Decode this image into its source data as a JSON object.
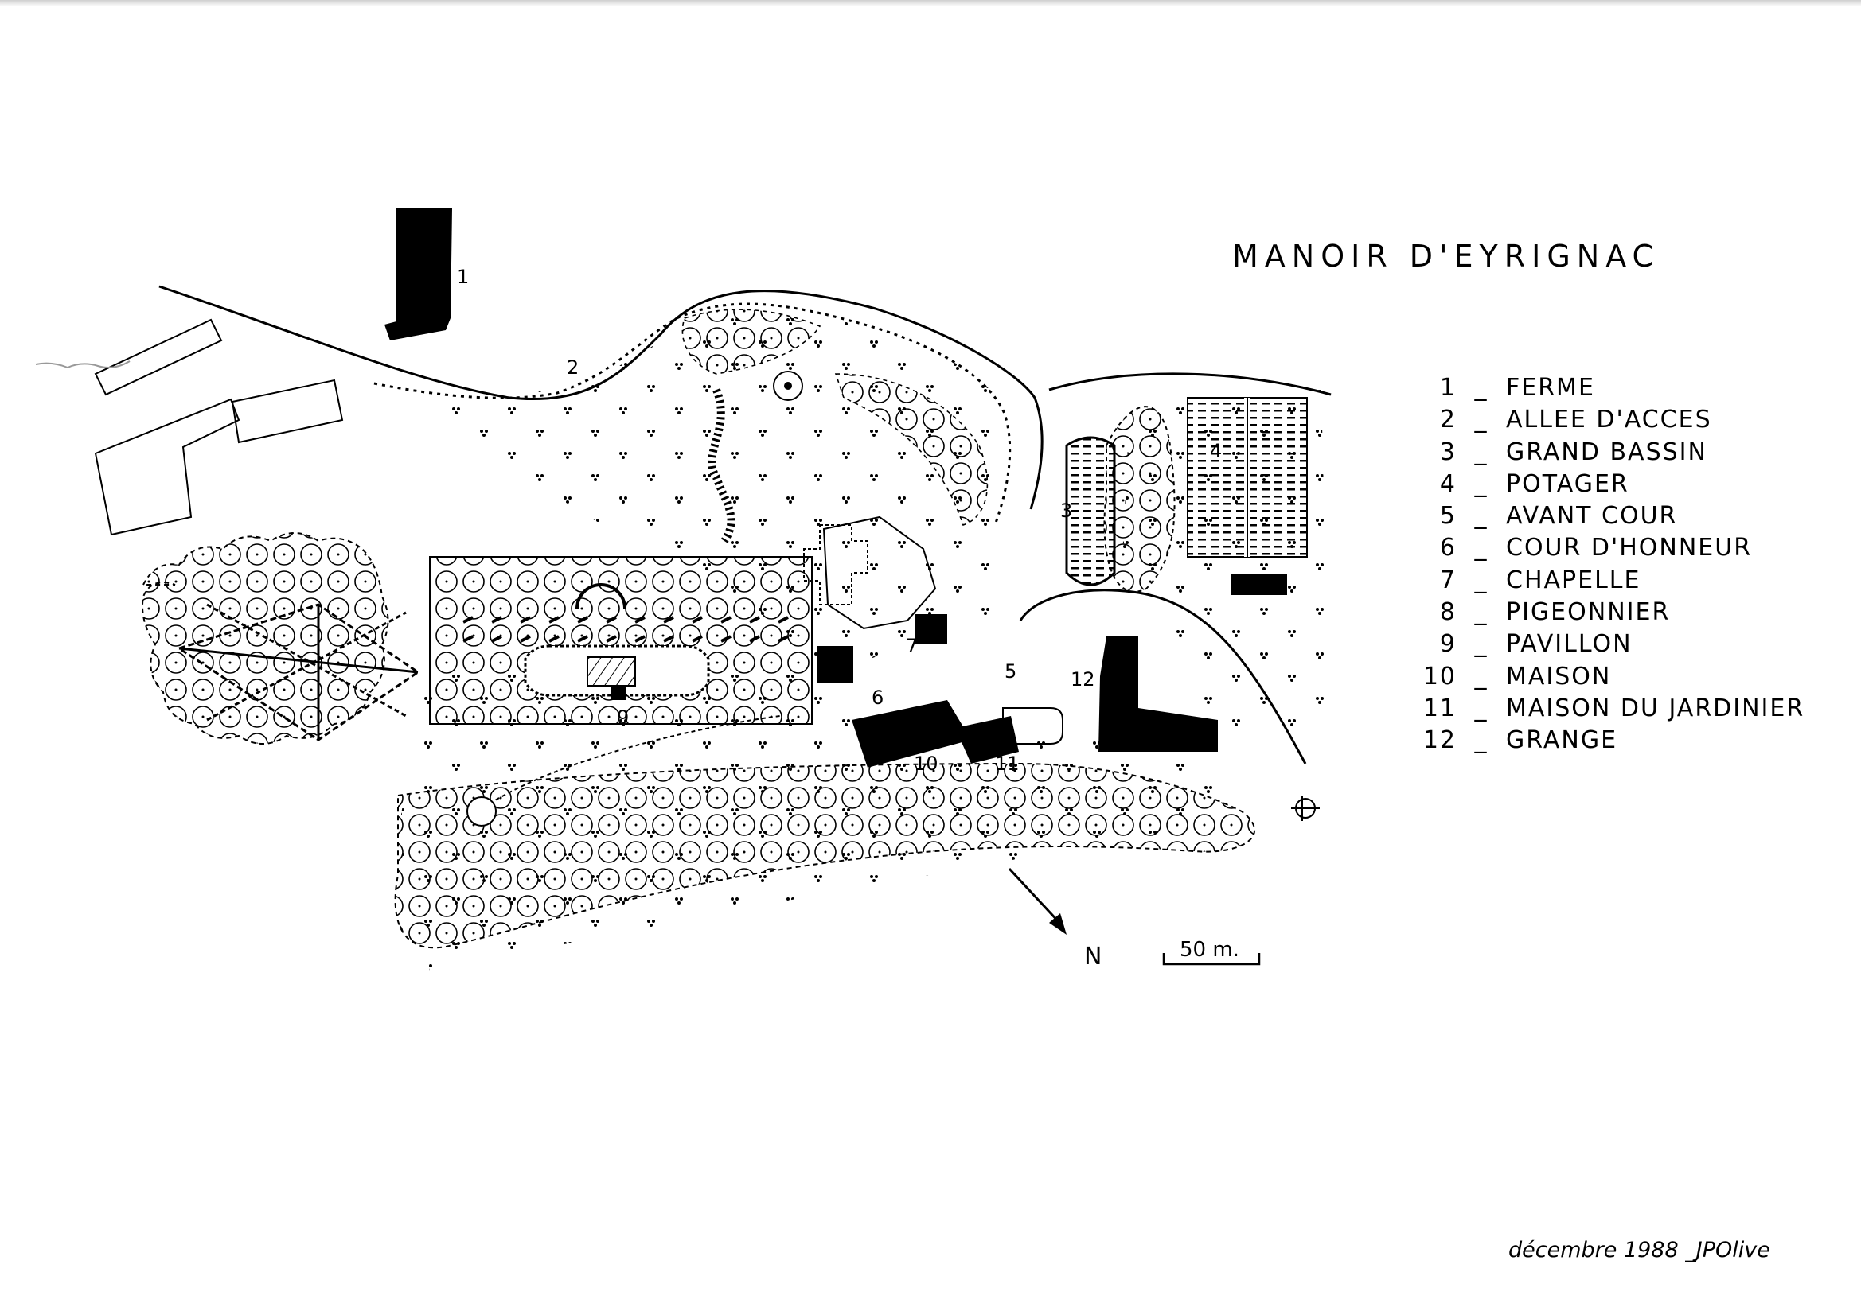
{
  "title": "MANOIR D'EYRIGNAC",
  "legend": [
    {
      "num": "1",
      "sep": "_",
      "label": "FERME"
    },
    {
      "num": "2",
      "sep": "_",
      "label": "ALLEE D'ACCES"
    },
    {
      "num": "3",
      "sep": "_",
      "label": "GRAND BASSIN"
    },
    {
      "num": "4",
      "sep": "_",
      "label": "POTAGER"
    },
    {
      "num": "5",
      "sep": "_",
      "label": "AVANT COUR"
    },
    {
      "num": "6",
      "sep": "_",
      "label": "COUR D'HONNEUR"
    },
    {
      "num": "7",
      "sep": "_",
      "label": "CHAPELLE"
    },
    {
      "num": "8",
      "sep": "_",
      "label": "PIGEONNIER"
    },
    {
      "num": "9",
      "sep": "_",
      "label": "PAVILLON"
    },
    {
      "num": "10",
      "sep": "_",
      "label": "MAISON"
    },
    {
      "num": "11",
      "sep": "_",
      "label": "MAISON DU JARDINIER"
    },
    {
      "num": "12",
      "sep": "_",
      "label": "GRANGE"
    }
  ],
  "map_labels": [
    "1",
    "2",
    "3",
    "4",
    "5",
    "6",
    "7",
    "8",
    "9",
    "10",
    "11",
    "12"
  ],
  "north_label": "N",
  "scale_label": "50 m.",
  "credit": "décembre 1988 _JPOlive",
  "colors": {
    "ink": "#000000",
    "paper": "#ffffff"
  }
}
